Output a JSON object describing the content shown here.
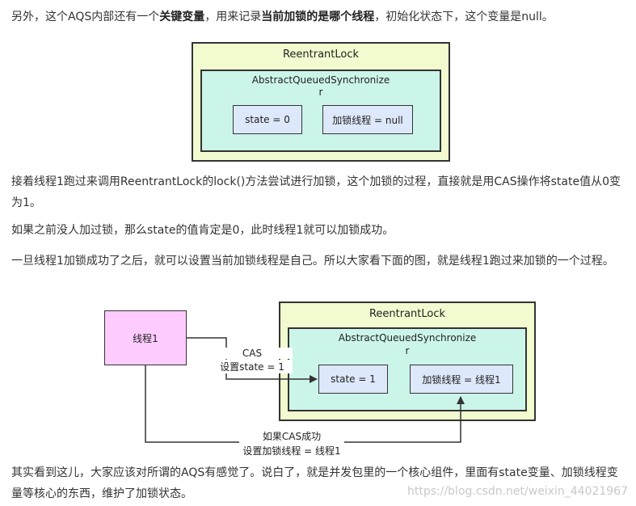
{
  "paragraphs": {
    "p1": {
      "part1": "另外，这个AQS内部还有一个",
      "bold1": "关键变量",
      "part2": "，用来记录",
      "bold2": "当前加锁的是哪个线程",
      "part3": "，初始化状态下，这个变量是null。"
    },
    "p2": "接着线程1跑过来调用ReentrantLock的lock()方法尝试进行加锁，这个加锁的过程，直接就是用CAS操作将state值从0变为1。",
    "p3": "如果之前没人加过锁，那么state的值肯定是0，此时线程1就可以加锁成功。",
    "p4": "一旦线程1加锁成功了之后，就可以设置当前加锁线程是自己。所以大家看下面的图，就是线程1跑过来加锁的一个过程。",
    "p5": "其实看到这儿，大家应该对所谓的AQS有感觉了。说白了，就是并发包里的一个核心组件，里面有state变量、加锁线程变量等核心的东西，维护了加锁状态。"
  },
  "diagram1": {
    "outer_title": "ReentrantLock",
    "inner_title_line1": "AbstractQueuedSynchronize",
    "inner_title_line2": "r",
    "state_cell": "state = 0",
    "thread_cell": "加锁线程 = null"
  },
  "diagram2": {
    "thread_box": "线程1",
    "cas_label_line1": "CAS",
    "cas_label_line2": "设置state = 1",
    "outer_title": "ReentrantLock",
    "inner_title_line1": "AbstractQueuedSynchronize",
    "inner_title_line2": "r",
    "state_cell": "state = 1",
    "thread_cell": "加锁线程 = 线程1",
    "success_label_line1": "如果CAS成功",
    "success_label_line2": "设置加锁线程 = 线程1"
  },
  "watermark": "https://blog.csdn.net/weixin_44021967"
}
